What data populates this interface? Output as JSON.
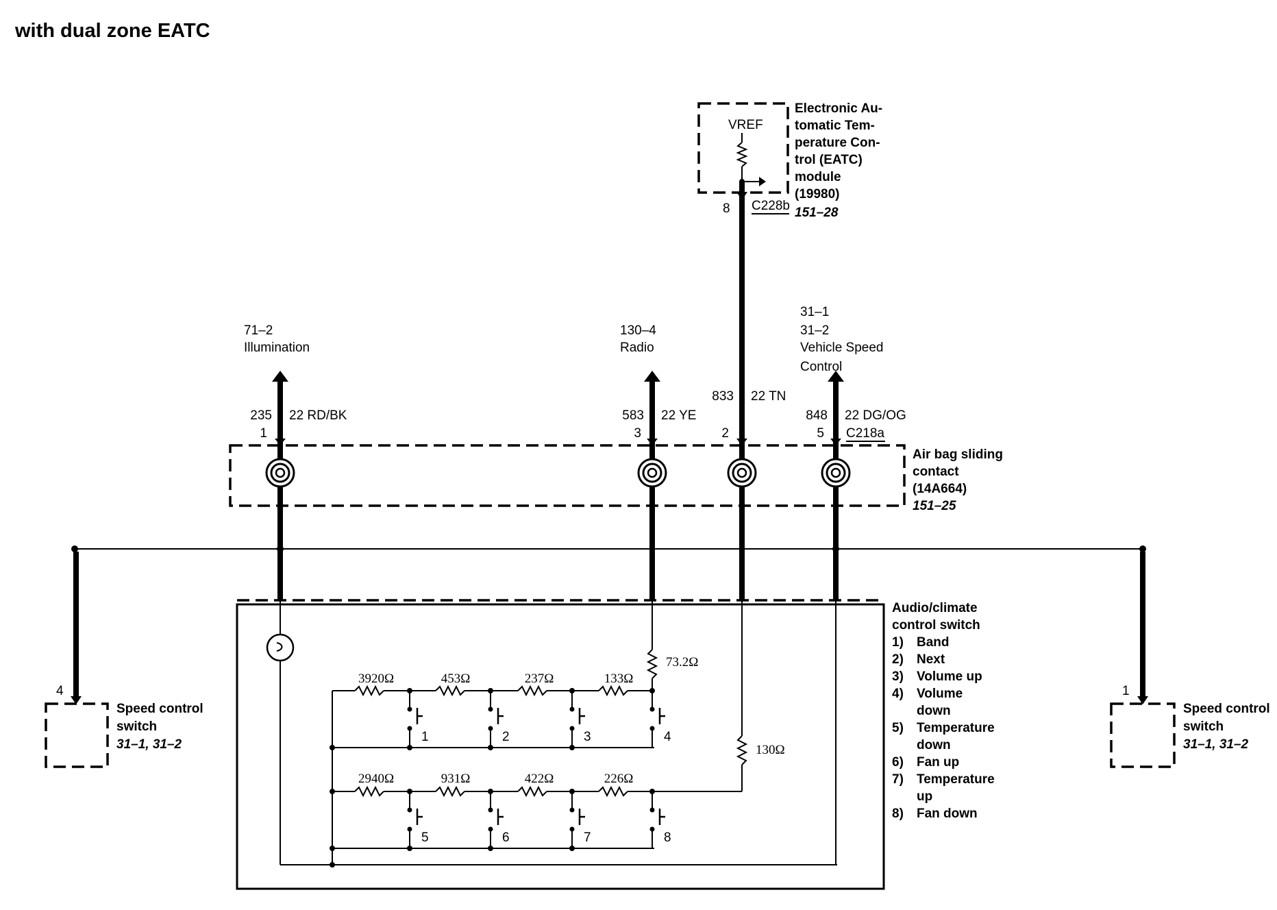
{
  "title": "with dual zone EATC",
  "eatc_module": {
    "lines": [
      "Electronic Au-",
      "tomatic Tem-",
      "perature Con-",
      "trol (EATC)",
      "module",
      "(19980)"
    ],
    "ref": "151–28",
    "vref": "VREF",
    "pin": "8",
    "connector": "C228b"
  },
  "destinations": [
    {
      "lines": [
        "71–2",
        "Illumination"
      ]
    },
    {
      "lines": [
        "130–4",
        "Radio"
      ]
    },
    {
      "lines": [
        "31–1",
        "31–2",
        "Vehicle Speed",
        "Control"
      ]
    }
  ],
  "wires": [
    {
      "circuit": "235",
      "gauge_color": "22 RD/BK",
      "pin": "1"
    },
    {
      "circuit": "583",
      "gauge_color": "22 YE",
      "pin": "3"
    },
    {
      "circuit": "833",
      "gauge_color": "22 TN",
      "pin": "2"
    },
    {
      "circuit": "848",
      "gauge_color": "22 DG/OG",
      "pin": "5",
      "connector": "C218a"
    }
  ],
  "airbag_contact": {
    "lines": [
      "Air bag sliding",
      "contact",
      "(14A664)"
    ],
    "ref": "151–25"
  },
  "switch_module": {
    "lines": [
      "Audio/climate",
      "control switch"
    ],
    "functions": [
      {
        "num": "1)",
        "lines": [
          "Band"
        ]
      },
      {
        "num": "2)",
        "lines": [
          "Next"
        ]
      },
      {
        "num": "3)",
        "lines": [
          "Volume up"
        ]
      },
      {
        "num": "4)",
        "lines": [
          "Volume",
          "down"
        ]
      },
      {
        "num": "5)",
        "lines": [
          "Temperature",
          "down"
        ]
      },
      {
        "num": "6)",
        "lines": [
          "Fan up"
        ]
      },
      {
        "num": "7)",
        "lines": [
          "Temperature",
          "up"
        ]
      },
      {
        "num": "8)",
        "lines": [
          "Fan down"
        ]
      }
    ],
    "resistors_top": [
      "3920Ω",
      "453Ω",
      "237Ω",
      "133Ω"
    ],
    "resistors_bottom": [
      "2940Ω",
      "931Ω",
      "422Ω",
      "226Ω"
    ],
    "resistor_radio": "73.2Ω",
    "resistor_tn": "130Ω",
    "switch_numbers_top": [
      "1",
      "2",
      "3",
      "4"
    ],
    "switch_numbers_bottom": [
      "5",
      "6",
      "7",
      "8"
    ]
  },
  "speed_switch_left": {
    "pin": "4",
    "lines": [
      "Speed control",
      "switch"
    ],
    "ref": "31–1, 31–2"
  },
  "speed_switch_right": {
    "pin": "1",
    "lines": [
      "Speed control",
      "switch"
    ],
    "ref": "31–1, 31–2"
  }
}
